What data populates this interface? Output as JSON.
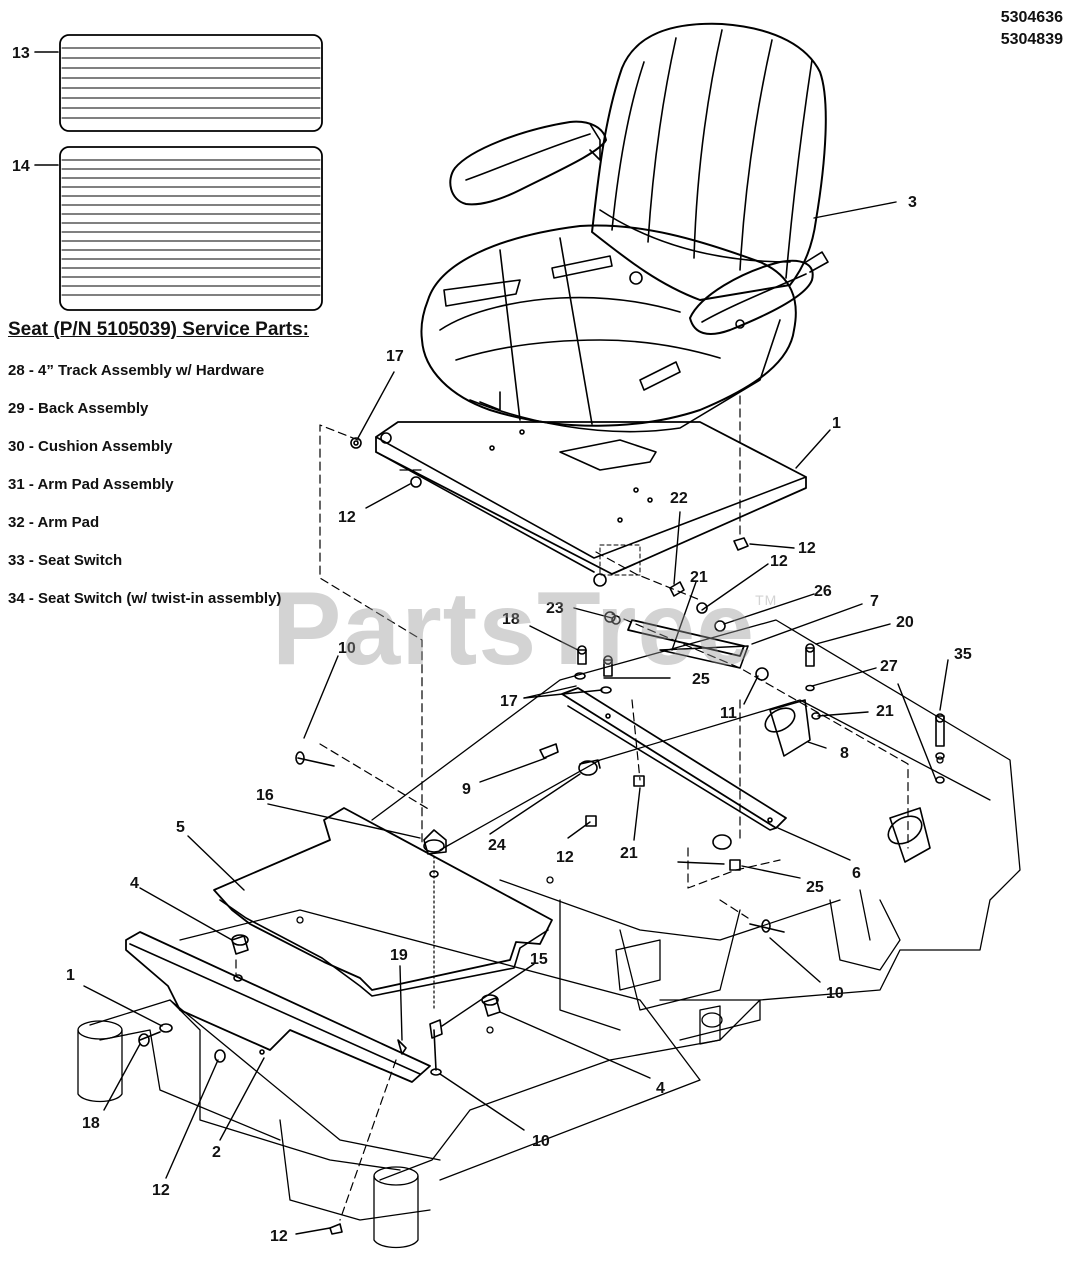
{
  "part_numbers": [
    "5304636",
    "5304839"
  ],
  "decals": [
    {
      "callout": "13"
    },
    {
      "callout": "14"
    }
  ],
  "service_parts": {
    "title": "Seat (P/N 5105039) Service Parts:",
    "items": [
      "28 - 4” Track Assembly w/ Hardware",
      "29 - Back Assembly",
      "30 - Cushion Assembly",
      "31 - Arm Pad Assembly",
      "32 - Arm Pad",
      "33 - Seat Switch",
      "34 - Seat Switch (w/ twist-in assembly)"
    ]
  },
  "watermark": {
    "text": "PartsTree",
    "mark": "TM"
  },
  "callouts": {
    "c3": "3",
    "c17a": "17",
    "c1a": "1",
    "c12a": "12",
    "c22": "22",
    "c12b": "12",
    "c21a": "21",
    "c12c": "12",
    "c26": "26",
    "c7": "7",
    "c23": "23",
    "c18a": "18",
    "c20": "20",
    "c10a": "10",
    "c35": "35",
    "c27": "27",
    "c25a": "25",
    "c17b": "17",
    "c11": "11",
    "c21b": "21",
    "c8": "8",
    "c9": "9",
    "c16": "16",
    "c5": "5",
    "c24": "24",
    "c12d": "12",
    "c21c": "21",
    "c25b": "25",
    "c6": "6",
    "c4a": "4",
    "c10b": "10",
    "c19": "19",
    "c15": "15",
    "c1b": "1",
    "c4b": "4",
    "c18b": "18",
    "c2": "2",
    "c10c": "10",
    "c12e": "12",
    "c12f": "12"
  }
}
